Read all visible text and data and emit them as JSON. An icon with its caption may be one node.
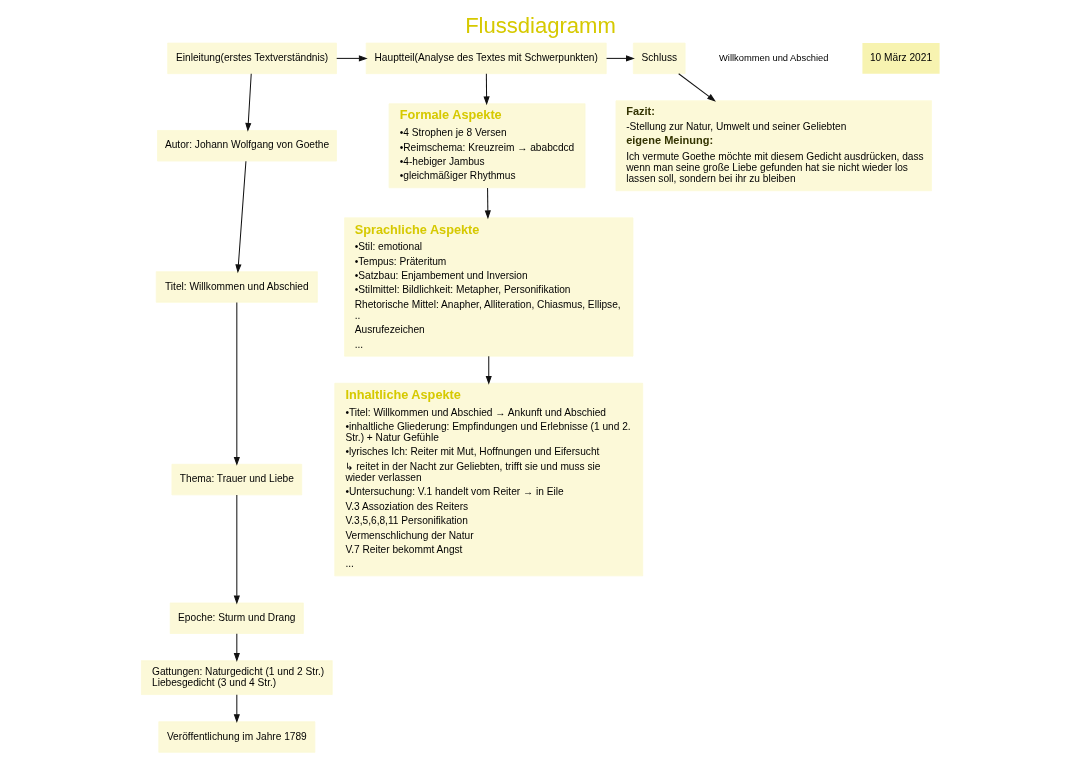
{
  "diagram": {
    "title": "Flussdiagramm",
    "nodes": [
      {
        "text": [
          "Einleitung(erstes Textverständnis)"
        ]
      },
      {
        "text": [
          "Autor: Johann Wolfgang von Goethe"
        ]
      },
      {
        "text": [
          "Titel: Willkommen und Abschied"
        ]
      },
      {
        "text": [
          "Thema: Trauer und Liebe"
        ]
      },
      {
        "text": [
          "Epoche: Sturm und Drang"
        ]
      },
      {
        "text": [
          "Gattungen: Naturgedicht (1 und 2 Str.) Liebesgedicht (3 und 4 Str.)"
        ]
      },
      {
        "text": [
          "Veröffentlichung im Jahre 1789"
        ]
      },
      {
        "text": [
          "Hauptteil(Analyse des Textes mit Schwerpunkten)"
        ]
      },
      {
        "text": [
          "Formale Aspekte",
          "•4 Strophen je 8 Versen",
          "•Reimschema: Kreuzreim → ababcdcd",
          "•4-hebiger Jambus",
          "•gleichmäßiger Rhythmus"
        ]
      },
      {
        "text": [
          "Sprachliche Aspekte",
          "•Stil: emotional",
          "•Tempus: Präteritum",
          "•Satzbau: Enjambement und Inversion",
          "•Stilmittel: Bildlichkeit: Metapher, Personifikation",
          "Rhetorische Mittel: Anapher, Alliteration, Chiasmus, Ellipse, ..",
          "Ausrufezeichen",
          "..."
        ]
      },
      {
        "text": [
          "Inhaltliche Aspekte",
          "•Titel: Willkommen und Abschied → Ankunft und Abschied",
          "•inhaltliche Gliederung: Empfindungen und Erlebnisse (1 und 2. Str.) + Natur Gefühle",
          "•lyrisches Ich: Reiter mit Mut, Hoffnungen und Eifersucht",
          "↳ reitet in der Nacht zur Geliebten, trifft sie und muss sie wieder verlassen",
          "•Untersuchung: V.1 handelt vom Reiter → in Eile",
          "V.3 Assoziation des Reiters",
          "V.3,5,6,8,11 Personifikation",
          "Vermenschlichung der Natur",
          "V.7 Reiter bekommt Angst",
          "..."
        ]
      },
      {
        "text": [
          "Schluss"
        ]
      },
      {
        "text": [
          "Fazit:",
          "-Stellung zur Natur, Umwelt und seiner Geliebten",
          "eigene Meinung:",
          "Ich vermute Goethe möchte mit diesem Gedicht ausdrücken, dass wenn man seine große Liebe gefunden hat sie nicht wieder los lassen soll, sondern bei ihr zu bleiben"
        ]
      }
    ],
    "edges": [
      {
        "from": 0,
        "to": 1,
        "arrow": "to"
      },
      {
        "from": 1,
        "to": 2,
        "arrow": "to"
      },
      {
        "from": 2,
        "to": 3,
        "arrow": "to"
      },
      {
        "from": 3,
        "to": 4,
        "arrow": "to"
      },
      {
        "from": 4,
        "to": 5,
        "arrow": "to"
      },
      {
        "from": 5,
        "to": 6,
        "arrow": "to"
      },
      {
        "from": 0,
        "to": 7,
        "arrow": "to"
      },
      {
        "from": 7,
        "to": 8,
        "arrow": "to"
      },
      {
        "from": 8,
        "to": 9,
        "arrow": "to"
      },
      {
        "from": 9,
        "to": 10,
        "arrow": "to"
      },
      {
        "from": 7,
        "to": 11,
        "arrow": "to"
      },
      {
        "from": 11,
        "to": 12,
        "arrow": "to"
      }
    ],
    "labels": [
      "Willkommen und Abschied",
      "10 März 2021"
    ]
  }
}
